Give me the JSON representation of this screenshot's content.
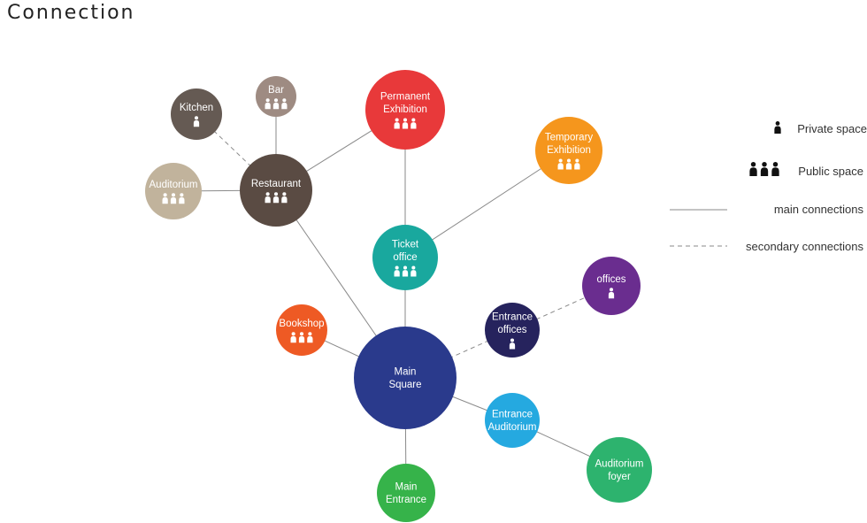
{
  "title": "Connection",
  "nodes": [
    {
      "id": "kitchen",
      "lines": [
        "Kitchen"
      ],
      "color": "#655a53",
      "people": 1
    },
    {
      "id": "bar",
      "lines": [
        "Bar"
      ],
      "color": "#9e8b82",
      "people": 3
    },
    {
      "id": "permanent-exhibition",
      "lines": [
        "Permanent",
        "Exhibition"
      ],
      "color": "#e8393a",
      "people": 3
    },
    {
      "id": "temporary-exhibition",
      "lines": [
        "Temporary",
        "Exhibition"
      ],
      "color": "#f5961d",
      "people": 3
    },
    {
      "id": "auditorium",
      "lines": [
        "Auditorium"
      ],
      "color": "#c1b39c",
      "people": 3
    },
    {
      "id": "restaurant",
      "lines": [
        "Restaurant"
      ],
      "color": "#5a4b43",
      "people": 3
    },
    {
      "id": "ticket-office",
      "lines": [
        "Ticket",
        "office"
      ],
      "color": "#19a89e",
      "people": 3
    },
    {
      "id": "offices",
      "lines": [
        "offices"
      ],
      "color": "#6a2d8f",
      "people": 1
    },
    {
      "id": "bookshop",
      "lines": [
        "Bookshop"
      ],
      "color": "#ee5a24",
      "people": 3
    },
    {
      "id": "entrance-offices",
      "lines": [
        "Entrance",
        "offices"
      ],
      "color": "#26235d",
      "people": 1
    },
    {
      "id": "main-square",
      "lines": [
        "Main",
        "Square"
      ],
      "color": "#2a3a8c",
      "people": 0
    },
    {
      "id": "entrance-auditorium",
      "lines": [
        "Entrance",
        "Auditorium"
      ],
      "color": "#25a9e0",
      "people": 0
    },
    {
      "id": "auditorium-foyer",
      "lines": [
        "Auditorium",
        "foyer"
      ],
      "color": "#2db36e",
      "people": 0
    },
    {
      "id": "main-entrance",
      "lines": [
        "Main",
        "Entrance"
      ],
      "color": "#36b34a",
      "people": 0
    }
  ],
  "edges": [
    {
      "from": "kitchen",
      "to": "restaurant",
      "type": "secondary"
    },
    {
      "from": "bar",
      "to": "restaurant",
      "type": "main"
    },
    {
      "from": "auditorium",
      "to": "restaurant",
      "type": "main"
    },
    {
      "from": "restaurant",
      "to": "permanent-exhibition",
      "type": "main"
    },
    {
      "from": "restaurant",
      "to": "main-square",
      "type": "main"
    },
    {
      "from": "permanent-exhibition",
      "to": "ticket-office",
      "type": "main"
    },
    {
      "from": "temporary-exhibition",
      "to": "ticket-office",
      "type": "main"
    },
    {
      "from": "ticket-office",
      "to": "main-square",
      "type": "main"
    },
    {
      "from": "bookshop",
      "to": "main-square",
      "type": "main"
    },
    {
      "from": "main-square",
      "to": "offices",
      "type": "secondary"
    },
    {
      "from": "main-square",
      "to": "entrance-auditorium",
      "type": "main"
    },
    {
      "from": "entrance-auditorium",
      "to": "auditorium-foyer",
      "type": "main"
    },
    {
      "from": "main-square",
      "to": "main-entrance",
      "type": "main"
    }
  ],
  "legend": {
    "private": {
      "label": "Private space",
      "people": 1
    },
    "public": {
      "label": "Public space",
      "people": 3
    },
    "main": {
      "label": "main connections"
    },
    "secondary": {
      "label": "secondary connections"
    }
  }
}
